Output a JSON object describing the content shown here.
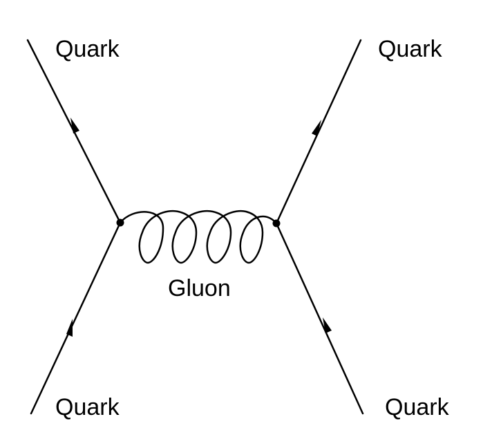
{
  "diagram": {
    "labels": {
      "quark_top_left": "Quark",
      "quark_top_right": "Quark",
      "quark_bottom_left": "Quark",
      "quark_bottom_right": "Quark",
      "gluon": "Gluon"
    },
    "colors": {
      "line": "#000000",
      "background": "#ffffff"
    }
  }
}
